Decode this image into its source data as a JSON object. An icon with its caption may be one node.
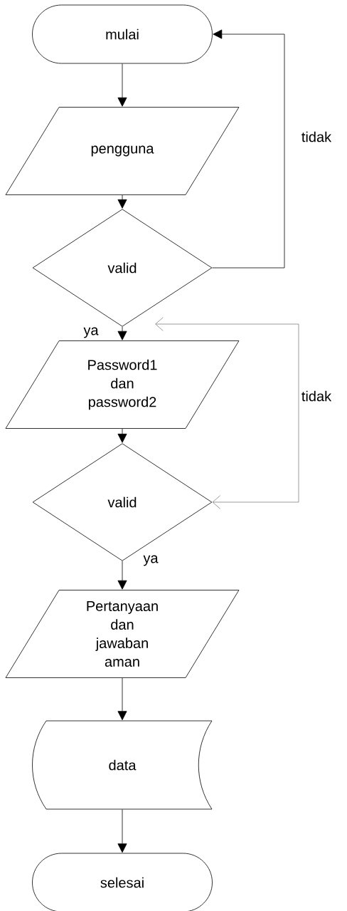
{
  "diagram": {
    "nodes": [
      {
        "text": [
          "mulai"
        ]
      },
      {
        "text": [
          "pengguna"
        ]
      },
      {
        "text": [
          "valid"
        ]
      },
      {
        "text": [
          "Password1 dan password2"
        ]
      },
      {
        "text": [
          "valid"
        ]
      },
      {
        "text": [
          "Pertanyaan dan jawaban aman"
        ]
      },
      {
        "text": [
          "data"
        ]
      },
      {
        "text": [
          "selesai"
        ]
      }
    ],
    "edges": [
      {
        "from": 0,
        "to": 1,
        "arrow": "to"
      },
      {
        "from": 1,
        "to": 2,
        "arrow": "to"
      },
      {
        "from": 2,
        "to": 0,
        "arrow": "to",
        "label": "tidak"
      },
      {
        "from": 2,
        "to": 3,
        "arrow": "to",
        "label": "ya"
      },
      {
        "from": 3,
        "to": 4,
        "arrow": "to"
      },
      {
        "from": 4,
        "to": 3,
        "arrow": "both",
        "label": "tidak",
        "color": "#808080"
      },
      {
        "from": 4,
        "to": 5,
        "arrow": "to",
        "label": "ya"
      },
      {
        "from": 5,
        "to": 6,
        "arrow": "to"
      },
      {
        "from": 6,
        "to": 7,
        "arrow": "to"
      }
    ]
  }
}
